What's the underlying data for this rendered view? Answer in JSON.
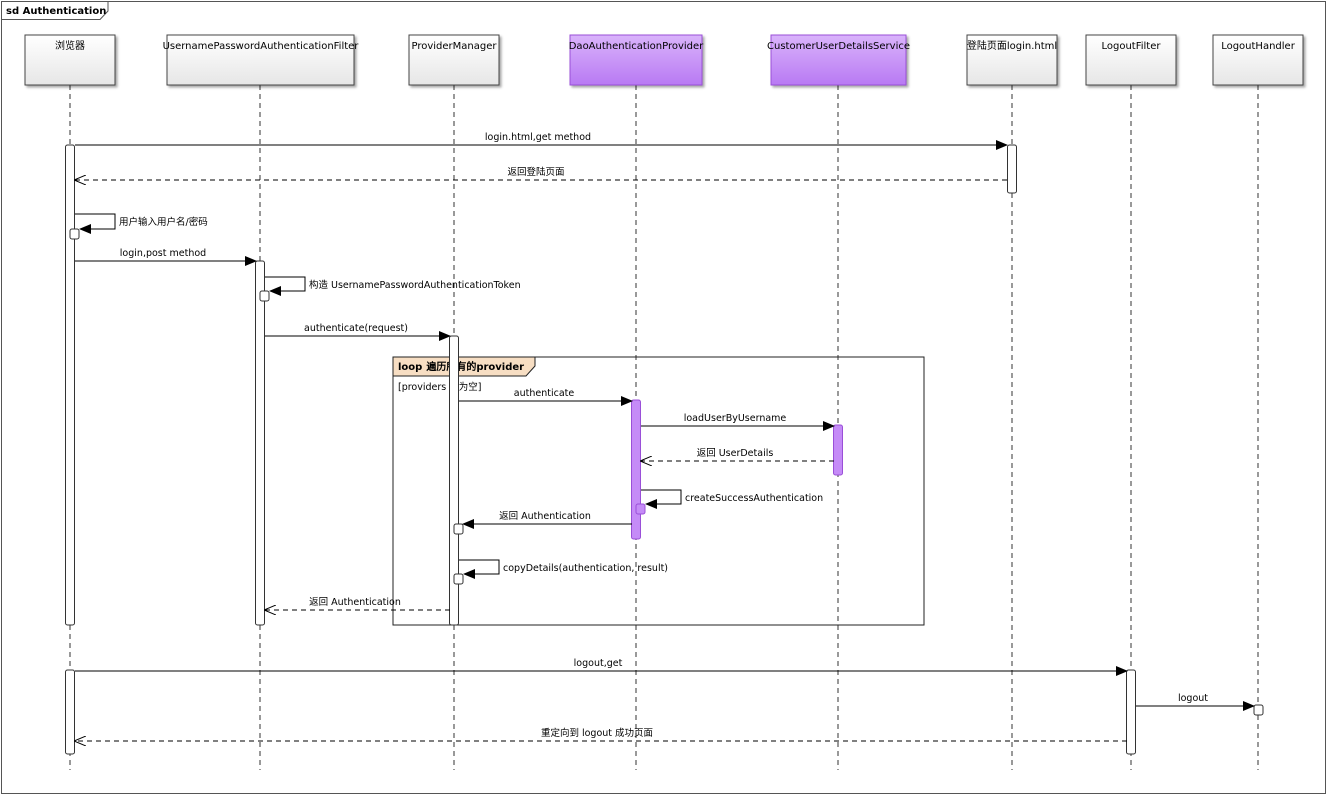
{
  "frame": {
    "title": "sd Authentication"
  },
  "participants": [
    {
      "id": "browser",
      "label": "浏览器"
    },
    {
      "id": "upaf",
      "label": "UsernamePasswordAuthenticationFilter"
    },
    {
      "id": "pm",
      "label": "ProviderManager"
    },
    {
      "id": "dao",
      "label": "DaoAuthenticationProvider"
    },
    {
      "id": "cuds",
      "label": "CustomerUserDetailsService"
    },
    {
      "id": "login",
      "label": "登陆页面login.html"
    },
    {
      "id": "lf",
      "label": "LogoutFilter"
    },
    {
      "id": "lh",
      "label": "LogoutHandler"
    }
  ],
  "messages": [
    {
      "from": "browser",
      "to": "login",
      "kind": "sync",
      "label": "login.html,get method"
    },
    {
      "from": "login",
      "to": "browser",
      "kind": "return",
      "label": "返回登陆页面"
    },
    {
      "from": "browser",
      "to": "browser",
      "kind": "self",
      "label": "用户输入用户名/密码"
    },
    {
      "from": "browser",
      "to": "upaf",
      "kind": "sync",
      "label": "login,post method"
    },
    {
      "from": "upaf",
      "to": "upaf",
      "kind": "self",
      "label": "构造 UsernamePasswordAuthenticationToken"
    },
    {
      "from": "upaf",
      "to": "pm",
      "kind": "sync",
      "label": "authenticate(request)"
    },
    {
      "from": "pm",
      "to": "dao",
      "kind": "sync",
      "label": "authenticate"
    },
    {
      "from": "dao",
      "to": "cuds",
      "kind": "sync",
      "label": "loadUserByUsername"
    },
    {
      "from": "cuds",
      "to": "dao",
      "kind": "return",
      "label": "返回 UserDetails"
    },
    {
      "from": "dao",
      "to": "dao",
      "kind": "self",
      "label": "createSuccessAuthentication"
    },
    {
      "from": "dao",
      "to": "pm",
      "kind": "sync",
      "label": "返回 Authentication"
    },
    {
      "from": "pm",
      "to": "pm",
      "kind": "self",
      "label": "copyDetails(authentication, result)"
    },
    {
      "from": "pm",
      "to": "upaf",
      "kind": "return",
      "label": "返回 Authentication"
    },
    {
      "from": "browser",
      "to": "lf",
      "kind": "sync",
      "label": "logout,get"
    },
    {
      "from": "lf",
      "to": "lh",
      "kind": "sync",
      "label": "logout"
    },
    {
      "from": "lf",
      "to": "browser",
      "kind": "return",
      "label": "重定向到 logout 成功页面"
    }
  ],
  "fragment": {
    "operator": "loop",
    "title": "遍历所有的provider",
    "guard": "[providers 不为空]"
  },
  "colors": {
    "highlight": "#c58bf7",
    "highlight_dark": "#9a4fd8",
    "header_light": "#ffffff",
    "header_grad": "#e9e9e9",
    "fragment_tab": "#f7dec3",
    "line": "#000000"
  }
}
